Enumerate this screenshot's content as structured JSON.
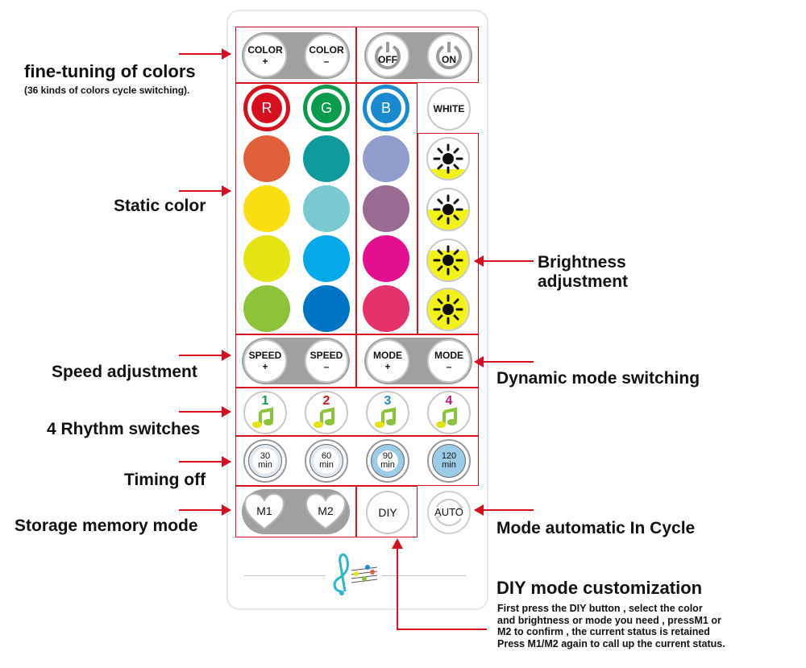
{
  "remote": {
    "color_plus": {
      "line1": "COLOR",
      "line2": "+"
    },
    "color_minus": {
      "line1": "COLOR",
      "line2": "–"
    },
    "off_label": "OFF",
    "on_label": "ON",
    "r_label": "R",
    "g_label": "G",
    "b_label": "B",
    "white_label": "WHITE",
    "speed_plus": {
      "line1": "SPEED",
      "line2": "+"
    },
    "speed_minus": {
      "line1": "SPEED",
      "line2": "–"
    },
    "mode_plus": {
      "line1": "MODE",
      "line2": "+"
    },
    "mode_minus": {
      "line1": "MODE",
      "line2": "–"
    },
    "rhythm": [
      "1",
      "2",
      "3",
      "4"
    ],
    "timers": [
      {
        "value": "30",
        "unit": "min"
      },
      {
        "value": "60",
        "unit": "min"
      },
      {
        "value": "90",
        "unit": "min"
      },
      {
        "value": "120",
        "unit": "min"
      }
    ],
    "m1_label": "M1",
    "m2_label": "M2",
    "diy_label": "DIY",
    "auto_label": "AUTO",
    "brightness_levels": [
      0.25,
      0.5,
      0.75,
      1.0
    ],
    "colors": {
      "red_ring": "#d6101f",
      "green_ring": "#0c9a4c",
      "blue_ring": "#1a8ad0",
      "static": [
        [
          "#e1603a",
          "#109a9b",
          "#8f9ccc"
        ],
        [
          "#fbde10",
          "#78c9d0",
          "#9b6a93"
        ],
        [
          "#e4e313",
          "#03a9e9",
          "#e30f8e"
        ],
        [
          "#8cc33a",
          "#0075c3",
          "#e5326b"
        ]
      ],
      "accent": "#d6101f",
      "bright_yellow": "#f2f219",
      "rhythm_digits": [
        "#0c9a4c",
        "#d6101f",
        "#1a8ad0",
        "#c8157e"
      ]
    }
  },
  "labels": {
    "fine_tuning": "fine-tuning of colors",
    "fine_tuning_sub": "(36 kinds of colors cycle switching).",
    "static_color": "Static color",
    "brightness_line1": "Brightness",
    "brightness_line2": "adjustment",
    "speed_adjust": "Speed adjustment",
    "dynamic_mode": "Dynamic mode switching",
    "rhythm_switches": "4 Rhythm switches",
    "timing_off": "Timing off",
    "storage_memory": "Storage memory mode",
    "auto_cycle": "Mode automatic  In  Cycle",
    "diy_title": "DIY mode customization",
    "diy_desc": [
      "First press the DIY button , select  the color",
      "and brightness or mode you need , pressM1 or",
      "M2 to confirm , the current status is retained",
      "Press M1/M2 again to call up the current status."
    ]
  }
}
